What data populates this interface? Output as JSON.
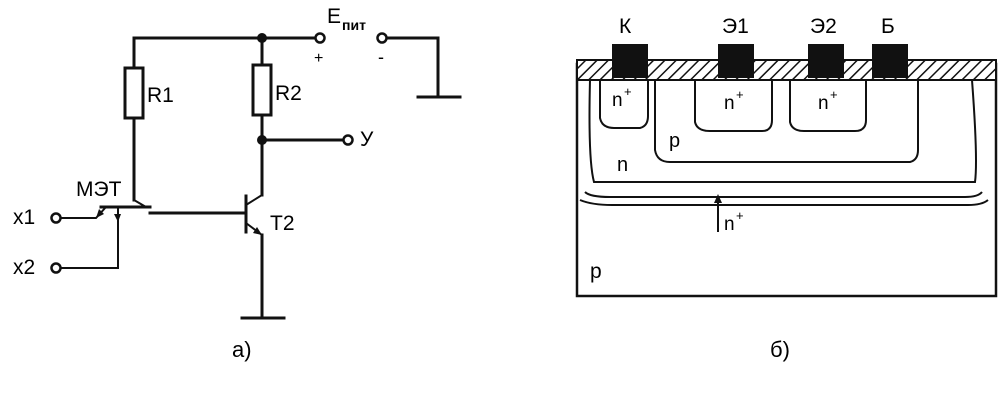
{
  "circuit": {
    "supply_label": "E",
    "supply_sub": "пит",
    "plus_label": "+",
    "minus_label": "-",
    "r1_label": "R1",
    "r2_label": "R2",
    "output_label": "У",
    "met_label": "МЭТ",
    "t2_label": "T2",
    "x1_label": "x1",
    "x2_label": "x2",
    "caption": "а)"
  },
  "structure": {
    "k_label": "К",
    "e1_label": "Э1",
    "e2_label": "Э2",
    "b_label": "Б",
    "n_plus_label": "n",
    "plus_sup": "+",
    "p_label": "p",
    "n_label": "n",
    "caption": "б)"
  }
}
